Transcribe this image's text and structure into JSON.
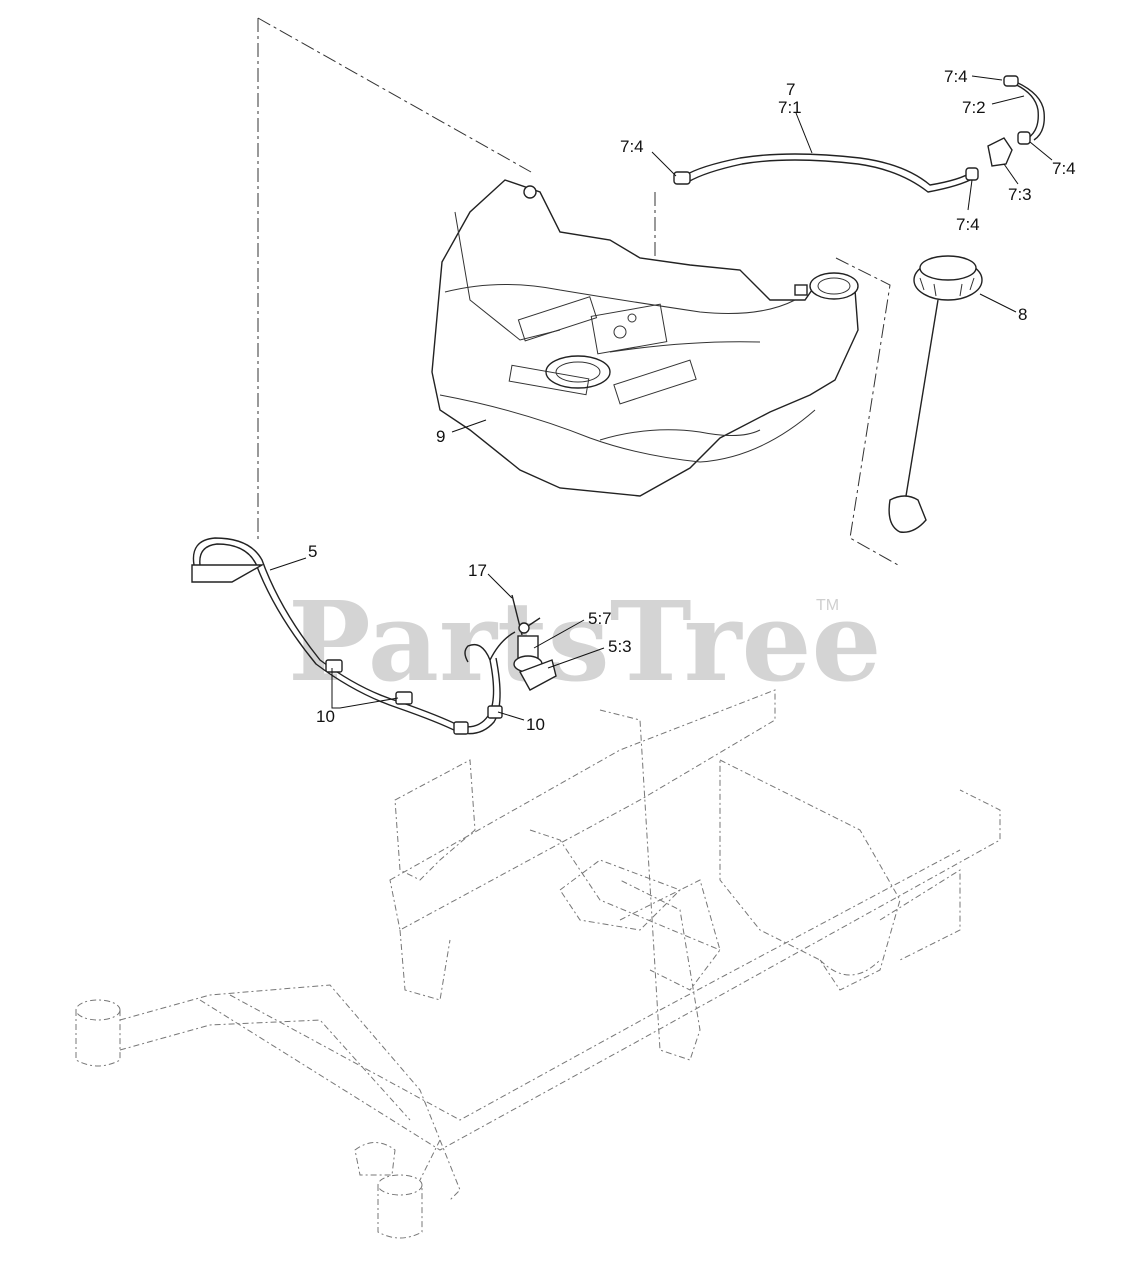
{
  "watermark": {
    "brand": "PartsTree",
    "trademark": "TM"
  },
  "callouts": {
    "c7": "7",
    "c7_1": "7:1",
    "c7_4_top": "7:4",
    "c7_2": "7:2",
    "c7_4_left": "7:4",
    "c7_4_right": "7:4",
    "c7_3": "7:3",
    "c7_4_bottom": "7:4",
    "c8": "8",
    "c9": "9",
    "c5": "5",
    "c17": "17",
    "c5_7": "5:7",
    "c5_3": "5:3",
    "c10_left": "10",
    "c10_right": "10"
  }
}
